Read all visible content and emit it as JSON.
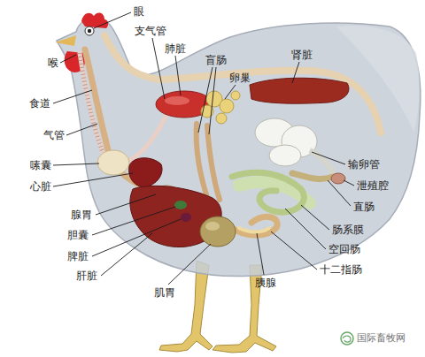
{
  "diagram": {
    "labels": [
      "眼",
      "支气管",
      "肺脏",
      "盲肠",
      "肾脏",
      "卵巢",
      "喉",
      "食道",
      "气管",
      "输卵管",
      "嗉囊",
      "心脏",
      "泄殖腔",
      "直肠",
      "肠系膜",
      "腺胃",
      "空回肠",
      "胆囊",
      "十二指肠",
      "脾脏",
      "肝脏",
      "肌胃",
      "胰腺",
      "国际畜牧网"
    ]
  }
}
